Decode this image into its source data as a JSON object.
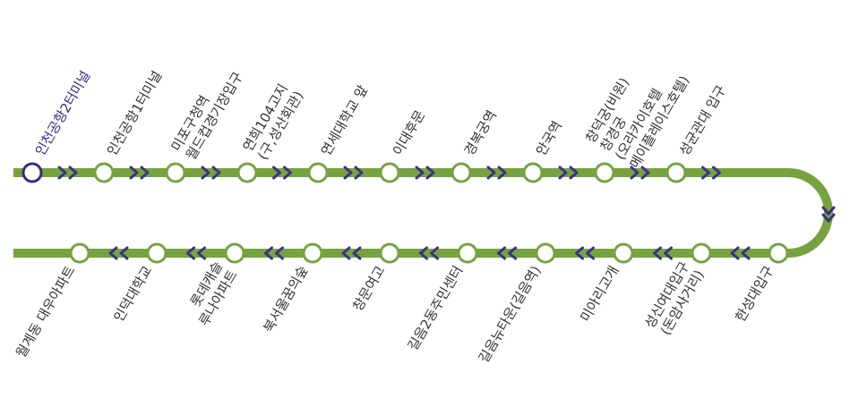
{
  "colors": {
    "line": "#76a33f",
    "arrow": "#3e3184",
    "stop_fill": "#ffffff",
    "stop_stroke": "#76a33f",
    "current_stop_stroke": "#3a2a85",
    "current_label": "#3a2a85",
    "label": "#333333",
    "background": "#ffffff"
  },
  "route": {
    "top_direction": "right",
    "bottom_direction": "left",
    "top_stops": [
      {
        "lines": [
          "인천공항2터미널"
        ],
        "current": true
      },
      {
        "lines": [
          "인천공항1터미널"
        ]
      },
      {
        "lines": [
          "미포구청역",
          "월드컵경기장입구"
        ]
      },
      {
        "lines": [
          "연희104고지",
          "(구,성산회관)"
        ]
      },
      {
        "lines": [
          "연세대학교 앞"
        ]
      },
      {
        "lines": [
          "이대후문"
        ]
      },
      {
        "lines": [
          "경복궁역"
        ]
      },
      {
        "lines": [
          "안국역"
        ]
      },
      {
        "lines": [
          "창덕궁(비원)",
          "창경궁",
          "(오라카이호텔",
          "메이플레이스호텔)"
        ]
      },
      {
        "lines": [
          "성균관대 입구"
        ]
      }
    ],
    "bottom_stops": [
      {
        "lines": [
          "월계동 대우아파트"
        ]
      },
      {
        "lines": [
          "인덕대학교"
        ]
      },
      {
        "lines": [
          "롯데캐슬",
          "루나아파트"
        ]
      },
      {
        "lines": [
          "북서울꿈의숲"
        ]
      },
      {
        "lines": [
          "창문여고"
        ]
      },
      {
        "lines": [
          "길음2동주민센터"
        ]
      },
      {
        "lines": [
          "길음뉴타운(길음역)"
        ]
      },
      {
        "lines": [
          "미아리고개"
        ]
      },
      {
        "lines": [
          "성신여대입구",
          "(돈암사거리)"
        ]
      },
      {
        "lines": [
          "한성대입구"
        ]
      }
    ]
  }
}
